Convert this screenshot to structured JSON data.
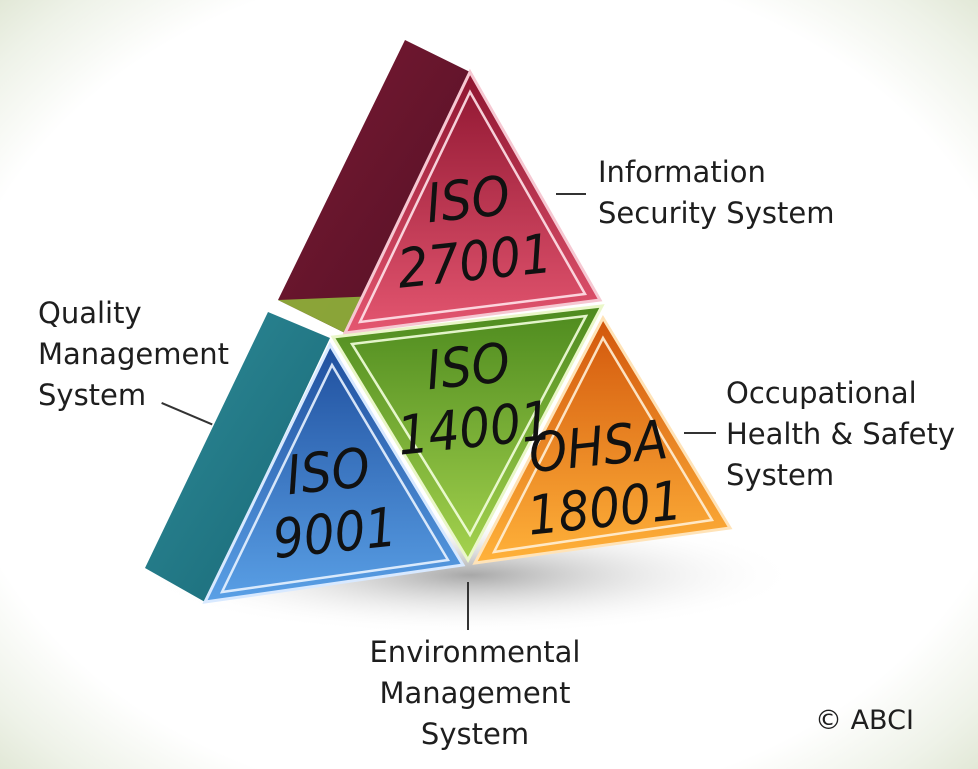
{
  "standards": {
    "info_security": {
      "code": "ISO",
      "number": "27001",
      "label_lines": [
        "Information",
        "Security System"
      ],
      "color": "#c8324e"
    },
    "quality": {
      "code": "ISO",
      "number": "9001",
      "label_lines": [
        "Quality",
        "Management",
        "System"
      ],
      "color": "#2f6fc4"
    },
    "environmental": {
      "code": "ISO",
      "number": "14001",
      "label_lines": [
        "Environmental",
        "Management",
        "System"
      ],
      "color": "#6aa12c"
    },
    "health_safety": {
      "code": "OHSA",
      "number": "18001",
      "label_lines": [
        "Occupational",
        "Health & Safety",
        "System"
      ],
      "color": "#f08a1c"
    }
  },
  "copyright": "© ABCI"
}
